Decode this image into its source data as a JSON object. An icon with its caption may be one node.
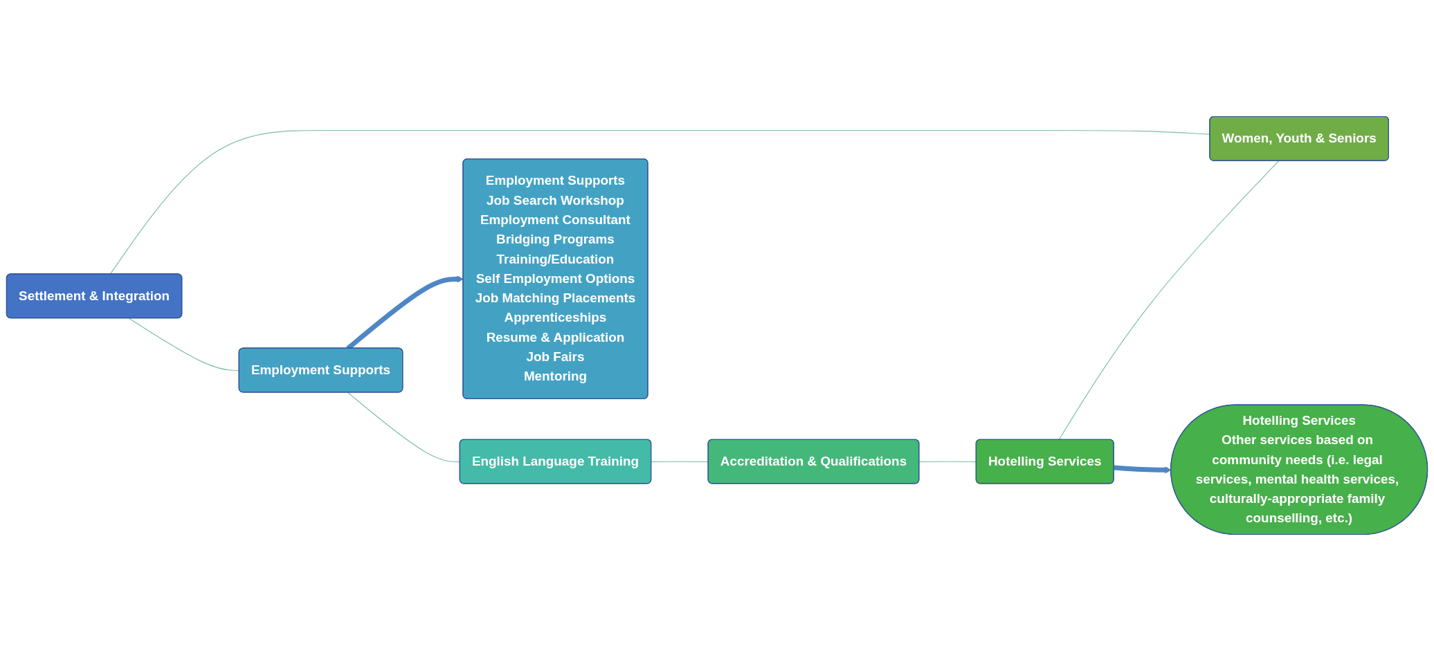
{
  "diagram": {
    "nodes": [
      {
        "text": [
          "Settlement & Integration"
        ]
      },
      {
        "text": [
          "Employment Supports"
        ]
      },
      {
        "text": [
          "English Language Training"
        ]
      },
      {
        "text": [
          "Accreditation & Qualifications"
        ]
      },
      {
        "text": [
          "Hotelling Services"
        ]
      },
      {
        "text": [
          "Women, Youth & Seniors"
        ]
      },
      {
        "text": [
          "Employment Supports",
          "Job Search Workshop",
          "Employment Consultant",
          "Bridging Programs",
          "Training/Education",
          "Self Employment Options",
          "Job Matching Placements",
          "Apprenticeships",
          "Resume & Application",
          "Job Fairs",
          "Mentoring"
        ]
      },
      {
        "text": [
          "Hotelling Services",
          "Other services based on community needs (i.e. legal services, mental health services, culturally-appropriate family counselling, etc.)"
        ]
      }
    ],
    "edges": [
      {
        "from": 0,
        "to": 1,
        "arrow": "none"
      },
      {
        "from": 1,
        "to": 2,
        "arrow": "none"
      },
      {
        "from": 2,
        "to": 3,
        "arrow": "none"
      },
      {
        "from": 3,
        "to": 4,
        "arrow": "none"
      },
      {
        "from": 4,
        "to": 5,
        "arrow": "none"
      },
      {
        "from": 5,
        "to": 0,
        "arrow": "none"
      },
      {
        "from": 1,
        "to": 6,
        "arrow": "to",
        "style": "thick",
        "color": "#4f86c6"
      },
      {
        "from": 4,
        "to": 7,
        "arrow": "to",
        "style": "thick",
        "color": "#4f86c6"
      }
    ]
  }
}
